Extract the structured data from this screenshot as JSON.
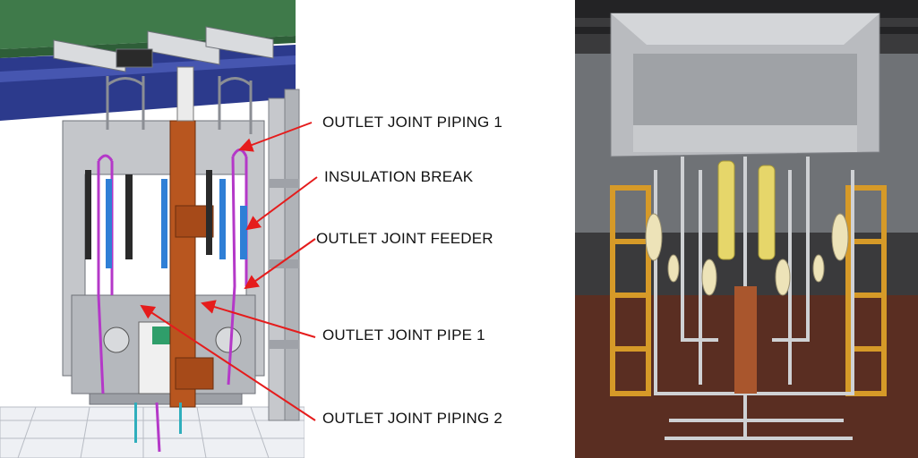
{
  "labels": {
    "piping1": "OUTLET JOINT PIPING 1",
    "insulation": "INSULATION BREAK",
    "feeder": "OUTLET JOINT FEEDER",
    "pipe1": "OUTLET JOINT PIPE 1",
    "piping2": "OUTLET JOINT PIPING 2"
  },
  "colors": {
    "arrow": "#e51c1c",
    "copper": "#b8561f",
    "pipe_magenta": "#b438c8",
    "pipe_blue": "#2f7fd6",
    "frame_gray": "#a9abb0",
    "beam_blue": "#2c3a8c"
  }
}
